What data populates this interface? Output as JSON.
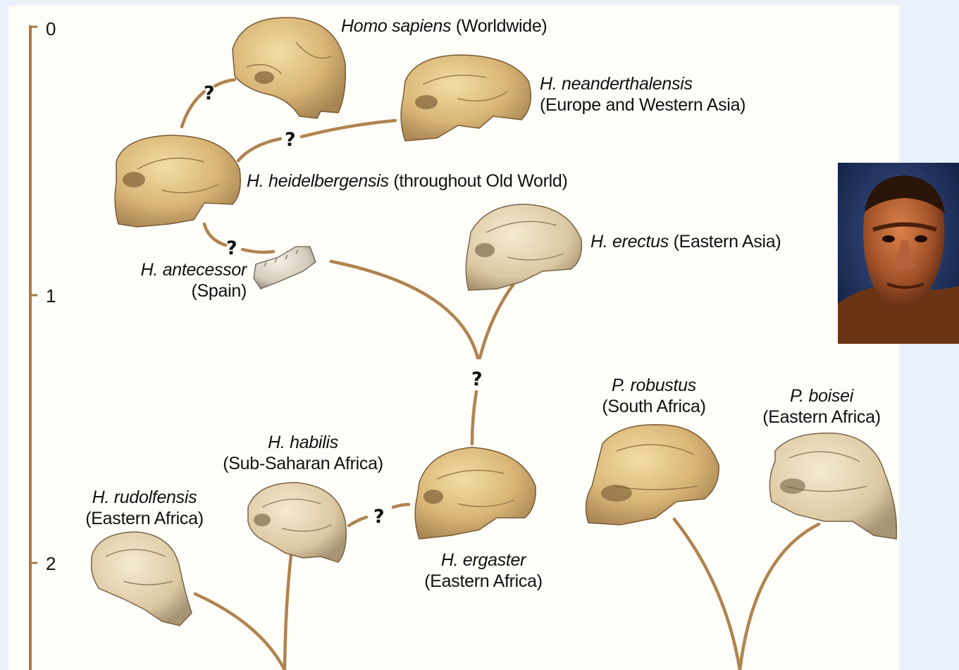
{
  "axis": {
    "ticks": [
      "0",
      "1",
      "2"
    ]
  },
  "species": {
    "sapiens": {
      "name": "Homo sapiens",
      "range": "(Worldwide)"
    },
    "neanderthalensis": {
      "name": "H. neanderthalensis",
      "range": "(Europe and Western Asia)"
    },
    "heidelbergensis": {
      "name": "H. heidelbergensis",
      "range": "(throughout Old World)"
    },
    "antecessor": {
      "name": "H. antecessor",
      "range": "(Spain)"
    },
    "erectus": {
      "name": "H. erectus",
      "range": "(Eastern Asia)"
    },
    "robustus": {
      "name": "P. robustus",
      "range": "(South Africa)"
    },
    "boisei": {
      "name": "P. boisei",
      "range": "(Eastern Africa)"
    },
    "habilis": {
      "name": "H. habilis",
      "range": "(Sub-Saharan Africa)"
    },
    "rudolfensis": {
      "name": "H. rudolfensis",
      "range": "(Eastern Africa)"
    },
    "ergaster": {
      "name": "H. ergaster",
      "range": "(Eastern Africa)"
    }
  },
  "colors": {
    "background": "#eaf1fb",
    "panel": "#fffef9",
    "branch": "#b1834f",
    "axis": "#a87848"
  },
  "uncertainty_marker": "?"
}
